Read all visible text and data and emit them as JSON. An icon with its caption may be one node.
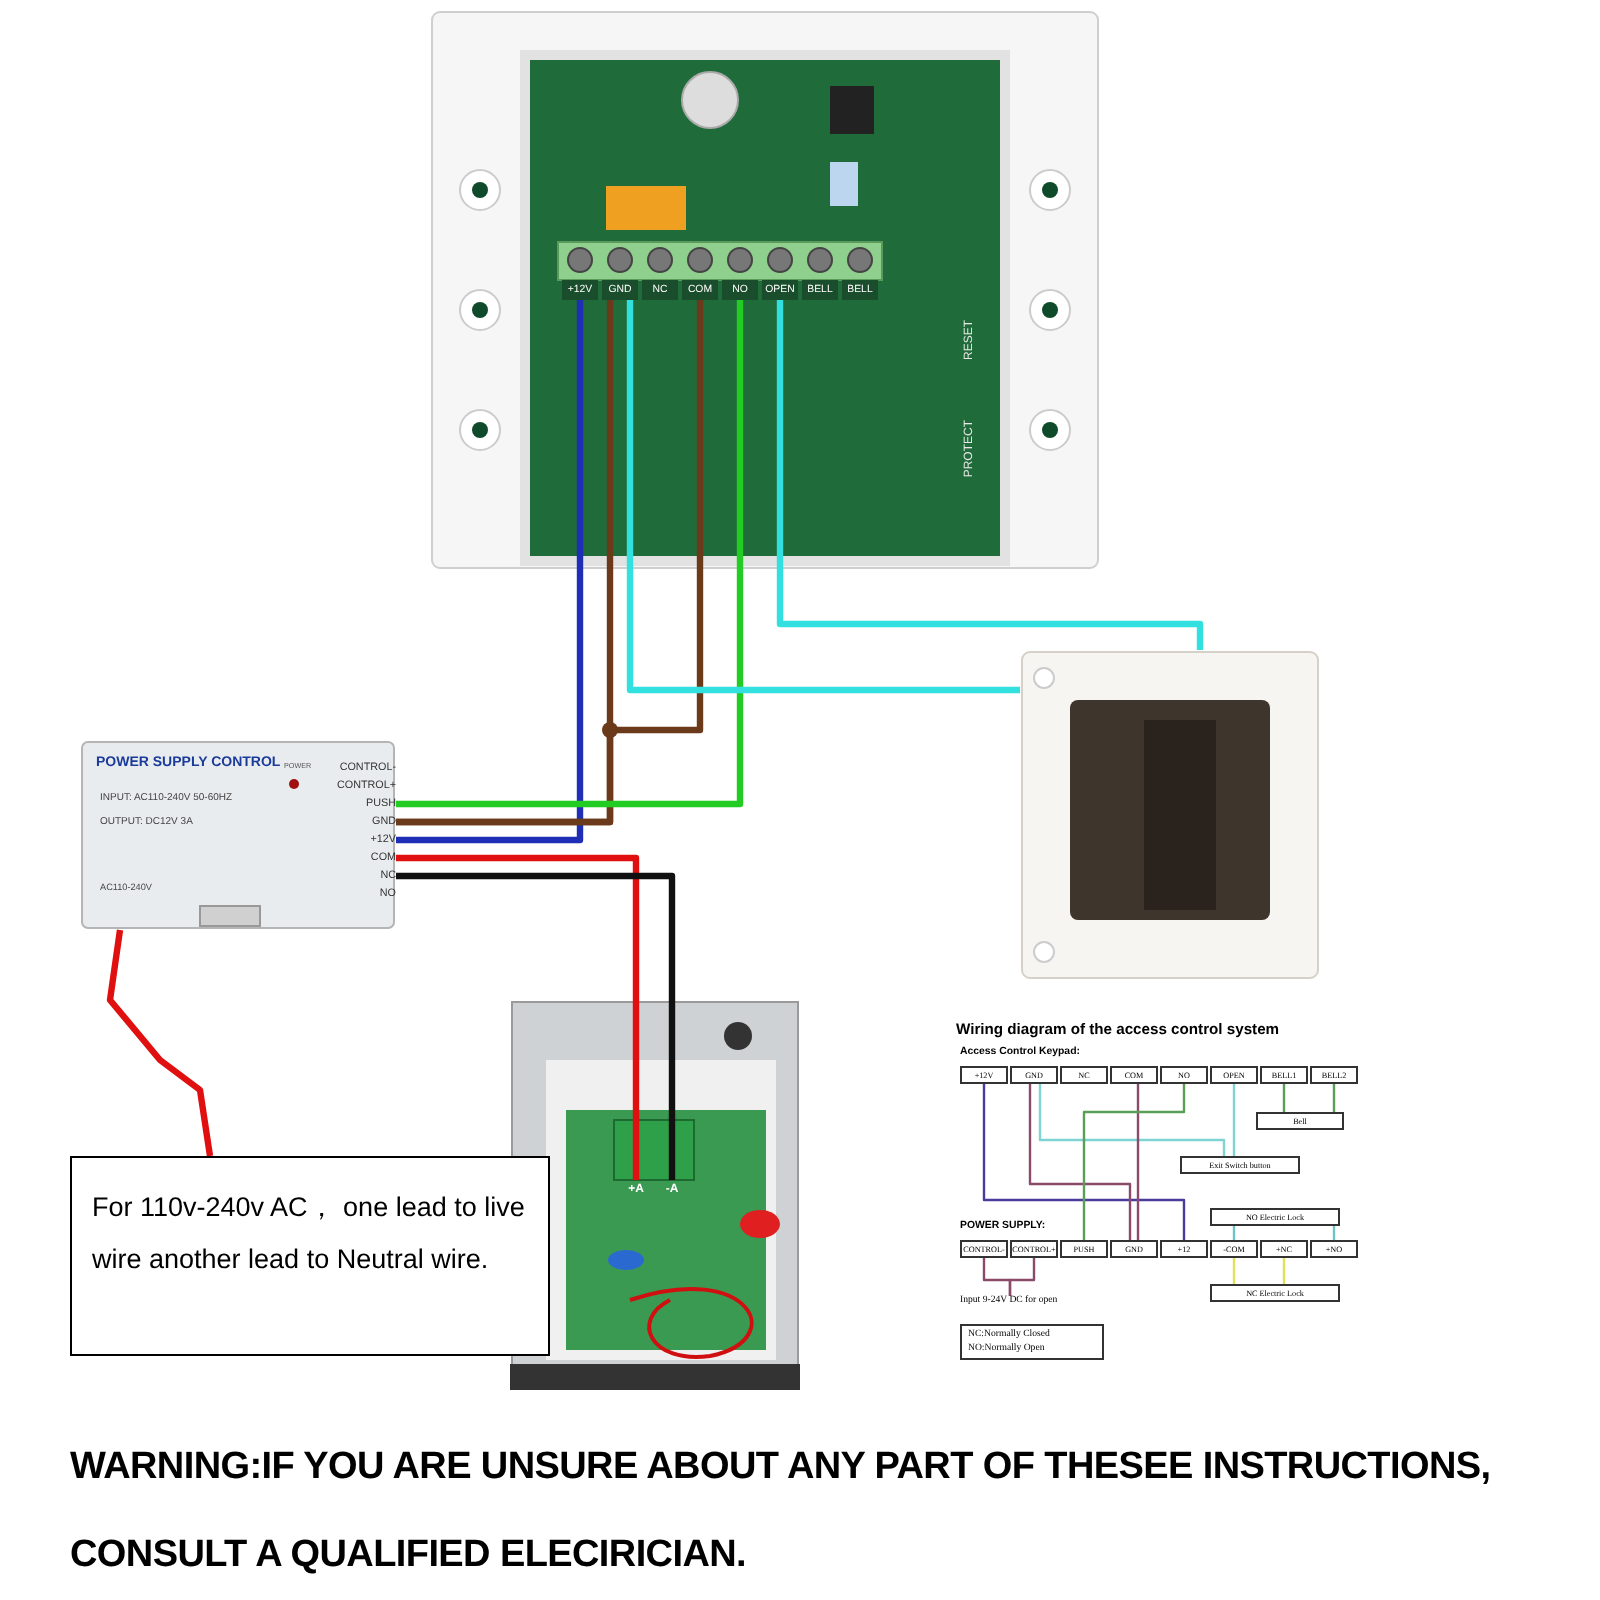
{
  "diagram": {
    "caption": "WARNING:IF YOU ARE UNSURE ABOUT ANY PART OF THESEE INSTRUCTIONS, CONSULT A QUALIFIED ELECIRICIAN.",
    "nodes": [
      {
        "text": [],
        "shape": "picture"
      },
      {
        "text": [
          "+12V"
        ],
        "in": 0
      },
      {
        "text": [
          "GND"
        ],
        "in": 0
      },
      {
        "text": [
          "NC"
        ],
        "in": 0
      },
      {
        "text": [
          "COM"
        ],
        "in": 0
      },
      {
        "text": [
          "NO"
        ],
        "in": 0
      },
      {
        "text": [
          "OPEN"
        ],
        "in": 0
      },
      {
        "text": [
          "BELL"
        ],
        "in": 0
      },
      {
        "text": [
          "BELL"
        ],
        "in": 0
      },
      {
        "text": [
          "POWER SUPPLY CONTROL",
          "POWER",
          "INPUT: AC110-240V 50-60HZ",
          "OUTPUT: DC12V 3A",
          "AC110-240V"
        ]
      },
      {
        "text": [
          "CONTROL-"
        ],
        "in": 9
      },
      {
        "text": [
          "CONTROL+"
        ],
        "in": 9
      },
      {
        "text": [
          "PUSH"
        ],
        "in": 9
      },
      {
        "text": [
          "GND"
        ],
        "in": 9
      },
      {
        "text": [
          "+12V"
        ],
        "in": 9
      },
      {
        "text": [
          "COM"
        ],
        "in": 9
      },
      {
        "text": [
          "NC"
        ],
        "in": 9
      },
      {
        "text": [
          "NO"
        ],
        "in": 9
      },
      {
        "text": [],
        "shape": "picture"
      },
      {
        "text": [],
        "shape": "picture"
      },
      {
        "text": [
          "+A"
        ],
        "in": 19
      },
      {
        "text": [
          "-A"
        ],
        "in": 19
      },
      {
        "text": [
          "For 110v-240v AC， one lead to live wire another lead to Neutral wire."
        ]
      },
      {
        "text": [
          "+12V"
        ]
      },
      {
        "text": [
          "GND"
        ]
      },
      {
        "text": [
          "NC"
        ]
      },
      {
        "text": [
          "COM"
        ]
      },
      {
        "text": [
          "NO"
        ]
      },
      {
        "text": [
          "OPEN"
        ]
      },
      {
        "text": [
          "BELL1"
        ]
      },
      {
        "text": [
          "BELL2"
        ]
      },
      {
        "text": [
          "Bell"
        ]
      },
      {
        "text": [
          "Exit Switch button"
        ]
      },
      {
        "text": [
          "NO Electric Lock"
        ]
      },
      {
        "text": [
          "CONTROL-"
        ]
      },
      {
        "text": [
          "CONTROL+"
        ]
      },
      {
        "text": [
          "PUSH"
        ]
      },
      {
        "text": [
          "GND"
        ]
      },
      {
        "text": [
          "+12"
        ]
      },
      {
        "text": [
          "-COM"
        ]
      },
      {
        "text": [
          "+NC"
        ]
      },
      {
        "text": [
          "+NO"
        ]
      },
      {
        "text": [
          "NC Electric Lock"
        ]
      },
      {
        "text": [
          "NC:Normally Closed",
          "NO:Normally Open"
        ]
      },
      {
        "text": [
          "Input 9-24V DC for open"
        ]
      }
    ],
    "edges": [
      {
        "from": 1,
        "to": 14,
        "arrow": "none",
        "style": "thick",
        "color": "#1f2fb5"
      },
      {
        "from": 2,
        "to": 13,
        "arrow": "none",
        "style": "thick",
        "color": "#6b3a1a"
      },
      {
        "from": 4,
        "to": 13,
        "arrow": "none",
        "style": "thick",
        "color": "#6b3a1a"
      },
      {
        "from": 5,
        "to": 12,
        "arrow": "none",
        "style": "thick",
        "color": "#22cc22"
      },
      {
        "from": 2,
        "to": 18,
        "arrow": "none",
        "style": "thick",
        "color": "#33e0e0"
      },
      {
        "from": 6,
        "to": 18,
        "arrow": "none",
        "style": "thick",
        "color": "#33e0e0"
      },
      {
        "from": 15,
        "to": 20,
        "arrow": "none",
        "style": "thick",
        "color": "#e01010"
      },
      {
        "from": 16,
        "to": 21,
        "arrow": "none",
        "style": "thick",
        "color": "#111111"
      },
      {
        "from": 9,
        "to": 22,
        "arrow": "none",
        "style": "thick",
        "color": "#e01010"
      },
      {
        "from": 23,
        "to": 38,
        "arrow": "none",
        "color": "#4a3c9c"
      },
      {
        "from": 24,
        "to": 37,
        "arrow": "none",
        "color": "#8a4a6a"
      },
      {
        "from": 24,
        "to": 32,
        "arrow": "none",
        "color": "#7fd3d3"
      },
      {
        "from": 26,
        "to": 37,
        "arrow": "none",
        "color": "#8a4a6a"
      },
      {
        "from": 27,
        "to": 36,
        "arrow": "none",
        "color": "#5a9e5a"
      },
      {
        "from": 28,
        "to": 32,
        "arrow": "none",
        "color": "#7fd3d3"
      },
      {
        "from": 29,
        "to": 31,
        "arrow": "none",
        "color": "#5a9e5a"
      },
      {
        "from": 30,
        "to": 31,
        "arrow": "none",
        "color": "#5a9e5a"
      },
      {
        "from": 33,
        "to": 39,
        "arrow": "none",
        "color": "#6cc4c4"
      },
      {
        "from": 33,
        "to": 41,
        "arrow": "none",
        "color": "#6cc4c4"
      },
      {
        "from": 42,
        "to": 39,
        "arrow": "none",
        "color": "#e0e05a"
      },
      {
        "from": 42,
        "to": 40,
        "arrow": "none",
        "color": "#e0e05a"
      },
      {
        "from": 34,
        "to": 44,
        "arrow": "none",
        "color": "#8a4a6a"
      },
      {
        "from": 35,
        "to": 44,
        "arrow": "none",
        "color": "#8a4a6a"
      }
    ],
    "labels": [
      "RESET",
      "PROTECT",
      "Wiring diagram of the access control system",
      "Access Control Keypad:",
      "POWER SUPPLY:"
    ]
  }
}
